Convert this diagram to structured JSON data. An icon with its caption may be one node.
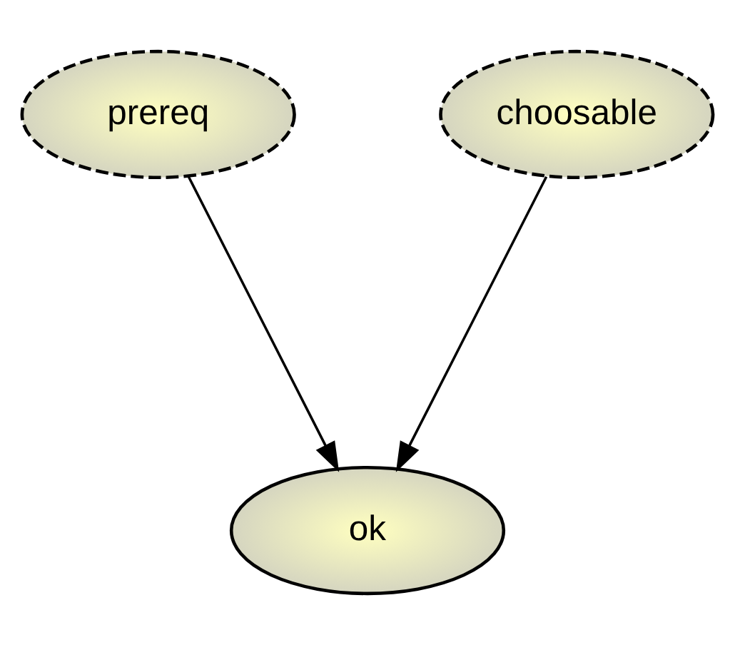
{
  "diagram": {
    "nodes": [
      {
        "text": [
          "prereq"
        ]
      },
      {
        "text": [
          "choosable"
        ]
      },
      {
        "text": [
          "ok"
        ]
      }
    ],
    "edges": [
      {
        "from": 0,
        "to": 2,
        "arrow": "to"
      },
      {
        "from": 1,
        "to": 2,
        "arrow": "to"
      }
    ]
  }
}
